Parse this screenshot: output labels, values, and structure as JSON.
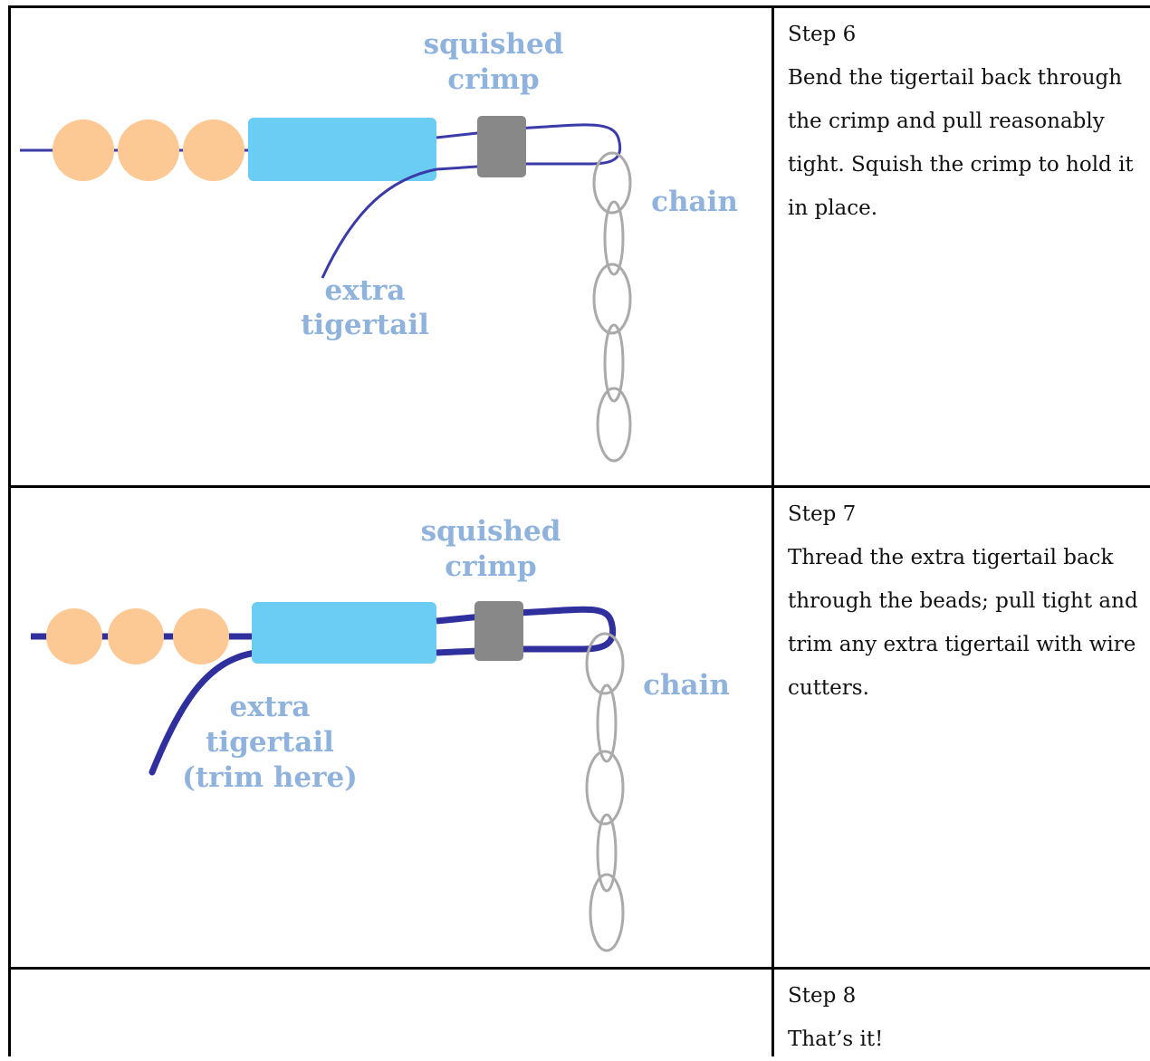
{
  "steps": [
    {
      "title": "Step 6",
      "body": "Bend the tigertail back through the crimp and pull reasonably tight. Squish the crimp to hold it in place.",
      "figure": {
        "label_crimp_1": "squished",
        "label_crimp_2": "crimp",
        "label_chain": "chain",
        "label_extra_1": "extra",
        "label_extra_2": "tigertail"
      }
    },
    {
      "title": "Step 7",
      "body": "Thread the extra tigertail back through the beads; pull tight and trim any extra tigertail with wire cutters.",
      "figure": {
        "label_crimp_1": "squished",
        "label_crimp_2": "crimp",
        "label_chain": "chain",
        "label_extra_1": "extra",
        "label_extra_2": "tigertail",
        "label_extra_3": "(trim here)"
      }
    },
    {
      "title": "Step 8",
      "body": "That’s it!"
    }
  ],
  "colors": {
    "bead": "#fcc894",
    "tube": "#6ccdf4",
    "crimp": "#888888",
    "wire": "#3a3aa8",
    "chain": "#aaaaaa",
    "label": "#8fb3dd"
  }
}
